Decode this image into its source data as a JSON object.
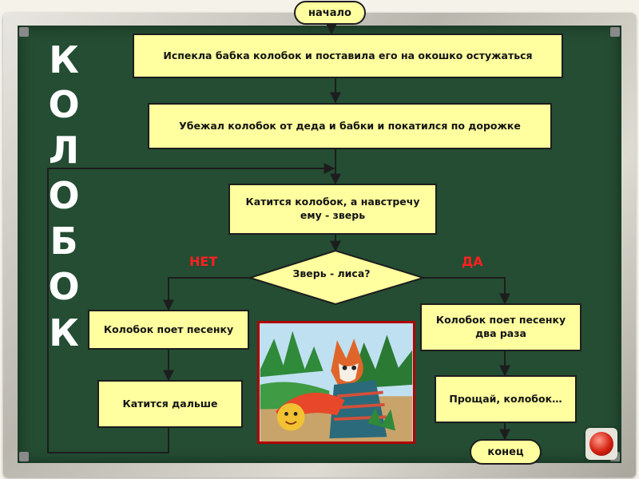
{
  "title_letters": [
    "К",
    "О",
    "Л",
    "О",
    "Б",
    "О",
    "К"
  ],
  "start": "начало",
  "end": "конец",
  "steps": {
    "s1": "Испекла бабка колобок и поставила его на окошко остужаться",
    "s2": "Убежал колобок от деда и бабки и покатился по дорожке",
    "s3": "Катится колобок, а навстречу ему - зверь",
    "no_1": "Колобок поет песенку",
    "no_2": "Катится  дальше",
    "yes_1": "Колобок поет песенку два раза",
    "yes_2": "Прощай, колобок…"
  },
  "decision": "Зверь - лиса?",
  "branch_no": "НЕТ",
  "branch_yes": "ДА",
  "colors": {
    "board": "#244d33",
    "box_fill": "#ffff9f",
    "branch_label": "#ff2020",
    "picture_border": "#b00000"
  },
  "illustration": "fox-and-kolobok-illustration"
}
